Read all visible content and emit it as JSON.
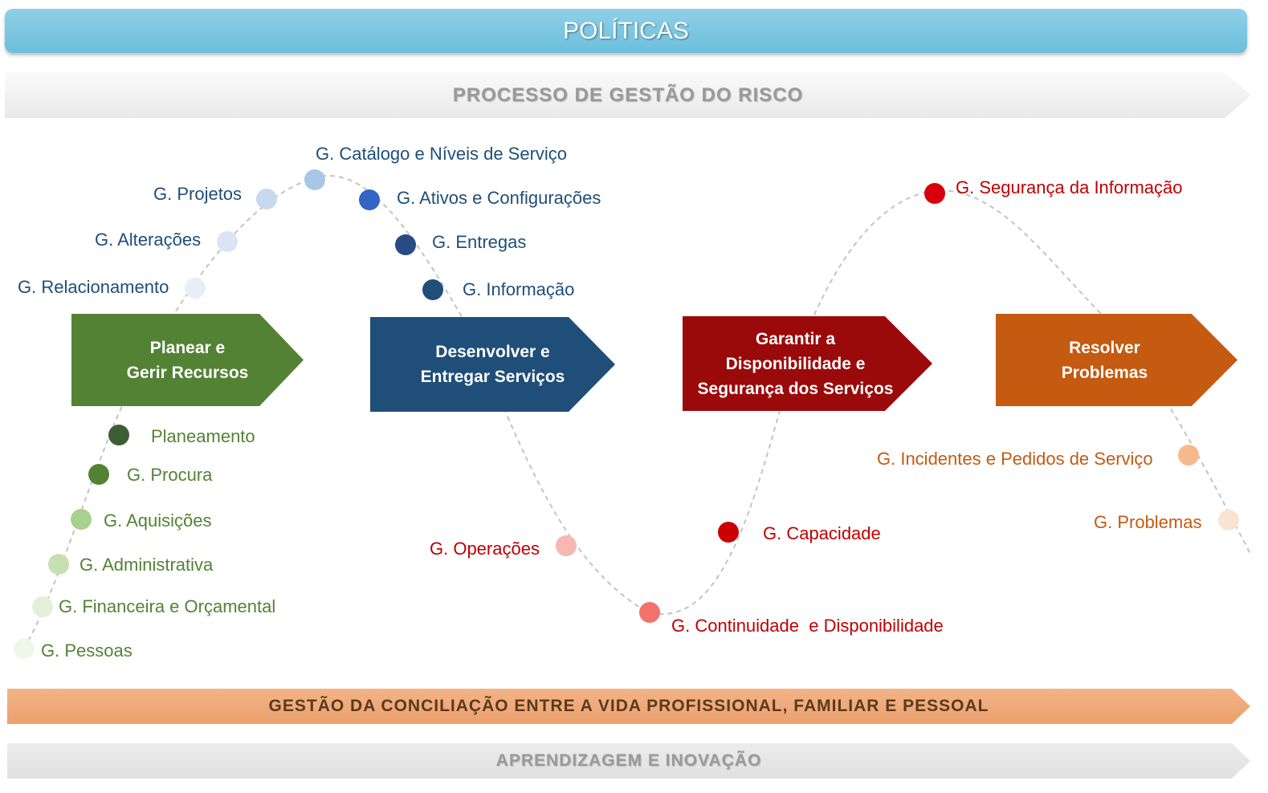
{
  "title": "POLÍTICAS",
  "risk_process": "PROCESSO DE GESTÃO DO RISCO",
  "stages": [
    {
      "line1": "Planear e",
      "line2": "Gerir Recursos",
      "line3": "",
      "color": "#548235"
    },
    {
      "line1": "Desenvolver e",
      "line2": "Entregar Serviços",
      "line3": "",
      "color": "#1f4e79"
    },
    {
      "line1": "Garantir a",
      "line2": "Disponibilidade e",
      "line3": "Segurança dos Serviços",
      "color": "#9b0a0a"
    },
    {
      "line1": "Resolver",
      "line2": "Problemas",
      "line3": "",
      "color": "#c55a11"
    }
  ],
  "processes": {
    "relacionamento": {
      "label": "G. Relacionamento",
      "color": "#e6eef8"
    },
    "alteracoes": {
      "label": "G. Alterações",
      "color": "#dae5f3"
    },
    "projetos": {
      "label": "G. Projetos",
      "color": "#c7d9ee"
    },
    "catalogo": {
      "label": "G. Catálogo e Níveis de Serviço",
      "color": "#a8c6e6"
    },
    "ativos": {
      "label": "G. Ativos e Configurações",
      "color": "#3366c4"
    },
    "entregas": {
      "label": "G. Entregas",
      "color": "#284b86"
    },
    "informacao": {
      "label": "G. Informação",
      "color": "#1f4e79"
    },
    "planeamento": {
      "label": "Planeamento",
      "color": "#3d5e32"
    },
    "procura": {
      "label": "G. Procura",
      "color": "#548235"
    },
    "aquisicoes": {
      "label": "G. Aquisições",
      "color": "#a9d18e"
    },
    "administrativa": {
      "label": "G. Administrativa",
      "color": "#c5e0b4"
    },
    "financeira": {
      "label": "G. Financeira e Orçamental",
      "color": "#e2f0d9"
    },
    "pessoas": {
      "label": "G. Pessoas",
      "color": "#eef7ea"
    },
    "operacoes": {
      "label": "G. Operações",
      "color": "#f7b7b3"
    },
    "continuidade": {
      "label": "G. Continuidade  e Disponibilidade",
      "color": "#f4726b"
    },
    "capacidade": {
      "label": "G. Capacidade",
      "color": "#cc0000"
    },
    "seguranca": {
      "label": "G. Segurança da Informação",
      "color": "#d9000d"
    },
    "incidentes": {
      "label": "G. Incidentes e Pedidos de Serviço",
      "color": "#f6b98e"
    },
    "problemas": {
      "label": "G. Problemas",
      "color": "#fbe3d3"
    }
  },
  "conciliation": "GESTÃO DA CONCILIAÇÃO ENTRE A VIDA PROFISSIONAL, FAMILIAR E PESSOAL",
  "learning": "APRENDIZAGEM E INOVAÇÃO"
}
